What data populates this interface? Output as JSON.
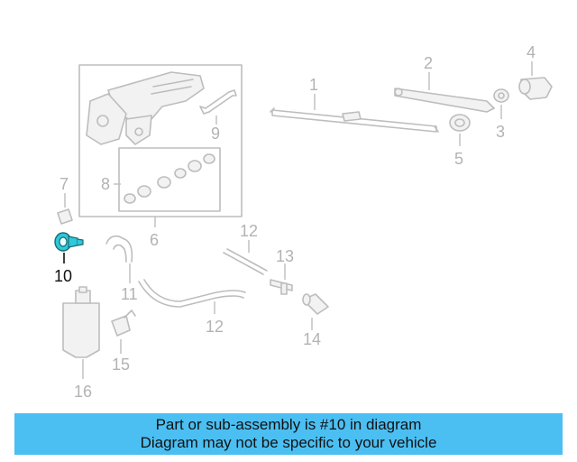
{
  "diagram": {
    "highlight_color": "#2ec8d8",
    "callouts": {
      "c1": "1",
      "c2": "2",
      "c3": "3",
      "c4": "4",
      "c5": "5",
      "c6": "6",
      "c7": "7",
      "c8": "8",
      "c9": "9",
      "c10": "10",
      "c11": "11",
      "c12a": "12",
      "c12b": "12",
      "c13": "13",
      "c14": "14",
      "c15": "15",
      "c16": "16"
    }
  },
  "banner": {
    "line1": "Part or sub-assembly is #10 in diagram",
    "line2": "Diagram may not be specific to your vehicle",
    "background": "#4cbff2"
  }
}
